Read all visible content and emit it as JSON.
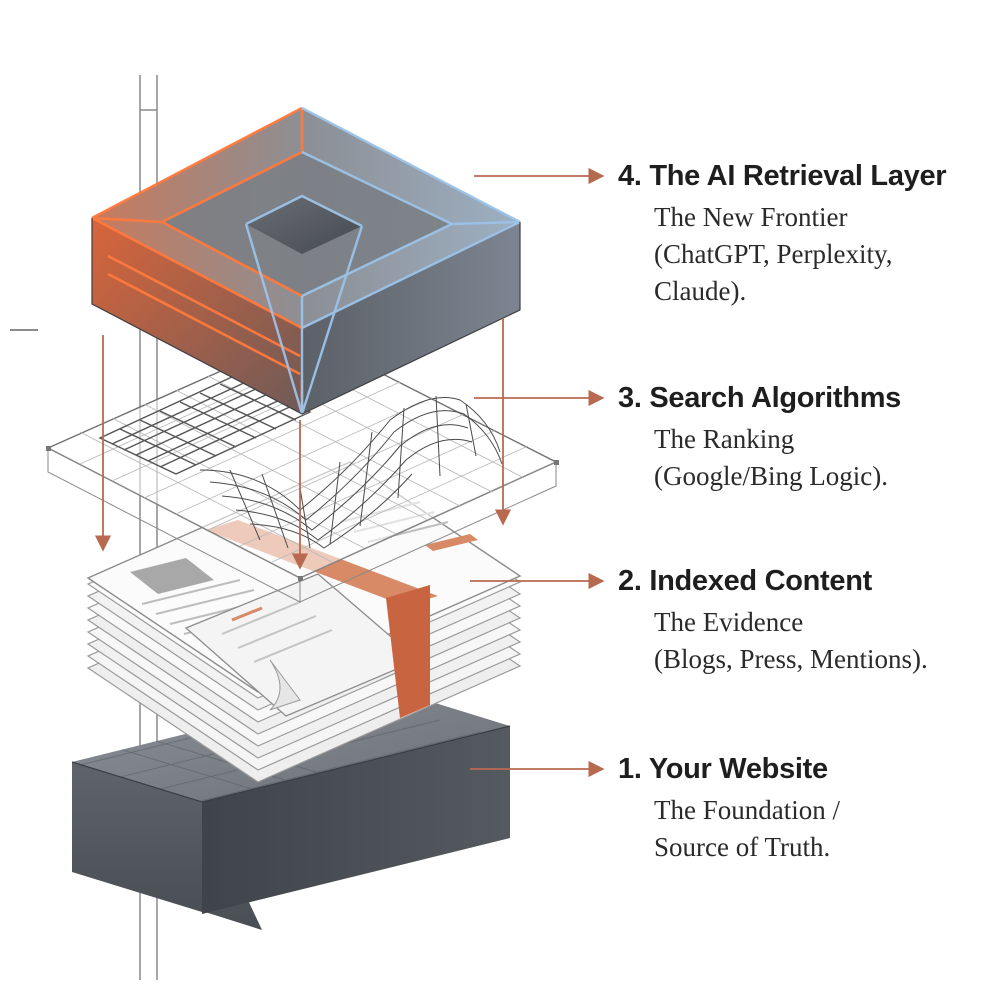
{
  "colors": {
    "accent": "#c8643f",
    "arrow": "#b86a50",
    "orange_glow": "#ff7a3d",
    "blue_glow": "#9cc3ea",
    "slate": "#5d6268",
    "ribbon": "#d48058"
  },
  "layers": [
    {
      "id": "ai-retrieval-layer",
      "title": "4. The AI Retrieval Layer",
      "description": "The New Frontier\n(ChatGPT, Perplexity,\nClaude)."
    },
    {
      "id": "search-algorithms",
      "title": "3. Search Algorithms",
      "description": "The Ranking\n(Google/Bing Logic)."
    },
    {
      "id": "indexed-content",
      "title": "2. Indexed Content",
      "description": "The Evidence\n(Blogs, Press, Mentions)."
    },
    {
      "id": "your-website",
      "title": "1. Your Website",
      "description": "The Foundation /\nSource of Truth."
    }
  ]
}
